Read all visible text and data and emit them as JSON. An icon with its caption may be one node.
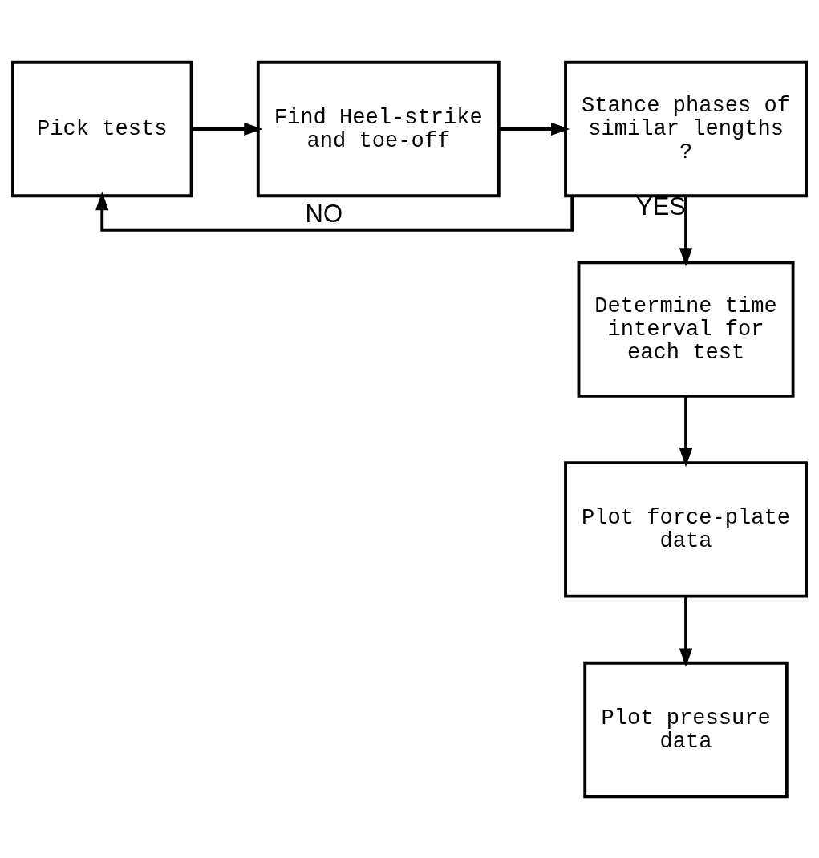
{
  "diagram": {
    "nodes": [
      {
        "text": [
          "Pick tests"
        ]
      },
      {
        "text": [
          "Find Heel-strike and toe-off"
        ]
      },
      {
        "text": [
          "Stance phases of similar lengths ?"
        ]
      },
      {
        "text": [
          "Determine time interval for each test"
        ]
      },
      {
        "text": [
          "Plot force-plate data"
        ]
      },
      {
        "text": [
          "Plot pressure data"
        ]
      }
    ],
    "edges": [
      {
        "from": 0,
        "to": 1,
        "arrow": "to"
      },
      {
        "from": 1,
        "to": 2,
        "arrow": "to"
      },
      {
        "from": 2,
        "to": 0,
        "arrow": "to",
        "label": "NO"
      },
      {
        "from": 2,
        "to": 3,
        "arrow": "to",
        "label": "YES"
      },
      {
        "from": 3,
        "to": 4,
        "arrow": "to"
      },
      {
        "from": 4,
        "to": 5,
        "arrow": "to"
      }
    ]
  }
}
